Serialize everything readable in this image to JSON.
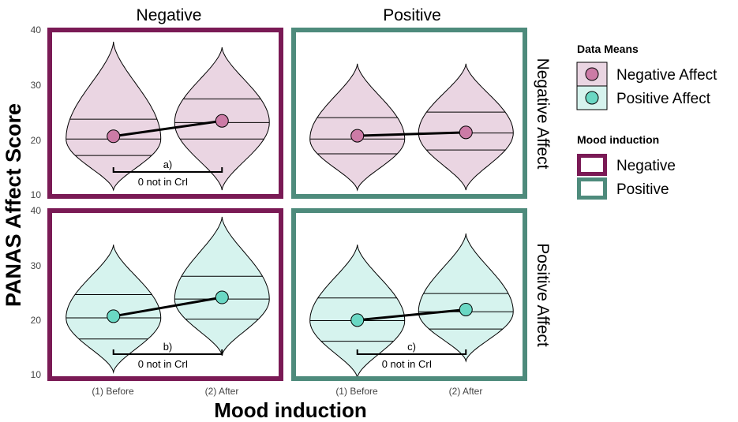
{
  "figure": {
    "ylabel": "PANAS Affect Score",
    "xlabel": "Mood induction",
    "col_labels": [
      "Negative",
      "Positive"
    ],
    "row_labels": [
      "Negative Affect",
      "Positive Affect"
    ],
    "x_ticks": [
      "(1) Before",
      "(2) After"
    ],
    "y_ticks_top": [
      "10",
      "20",
      "30",
      "40"
    ],
    "y_ticks_bottom": [
      "10",
      "20",
      "30",
      "40"
    ]
  },
  "legend": {
    "means_title": "Data Means",
    "means_items": [
      "Negative Affect",
      "Positive Affect"
    ],
    "mood_title": "Mood induction",
    "mood_items": [
      "Negative",
      "Positive"
    ]
  },
  "colors": {
    "negative_affect_fill": "#ead5e2",
    "negative_affect_point": "#cc7ba6",
    "positive_affect_fill": "#d6f3ee",
    "positive_affect_point": "#6ad8c4",
    "negative_induction_frame": "#7a1a55",
    "positive_induction_frame": "#4e8b7c"
  },
  "chart_data": [
    {
      "type": "violin",
      "panel": "Negative induction / Negative Affect",
      "categories": [
        "(1) Before",
        "(2) After"
      ],
      "means": [
        20.8,
        23.6
      ],
      "quartiles": [
        [
          17.3,
          20.3,
          23.9
        ],
        [
          20.3,
          23.3,
          27.6
        ]
      ],
      "ranges": [
        [
          11,
          38
        ],
        [
          11,
          37
        ]
      ],
      "annotation": "a)",
      "annotation_note": "0 not in CrI",
      "ylim": [
        10,
        40
      ]
    },
    {
      "type": "violin",
      "panel": "Positive induction / Negative Affect",
      "categories": [
        "(1) Before",
        "(2) After"
      ],
      "means": [
        20.9,
        21.5
      ],
      "quartiles": [
        [
          17.6,
          20.3,
          24.2
        ],
        [
          18.3,
          21.4,
          25.2
        ]
      ],
      "ranges": [
        [
          11,
          34
        ],
        [
          11,
          34
        ]
      ],
      "annotation": "",
      "annotation_note": "",
      "ylim": [
        10,
        40
      ]
    },
    {
      "type": "violin",
      "panel": "Negative induction / Positive Affect",
      "categories": [
        "(1) Before",
        "(2) After"
      ],
      "means": [
        21.1,
        24.5
      ],
      "quartiles": [
        [
          17.0,
          20.8,
          25.0
        ],
        [
          20.6,
          24.2,
          28.3
        ]
      ],
      "ranges": [
        [
          11,
          34
        ],
        [
          14,
          39
        ]
      ],
      "annotation": "b)",
      "annotation_note": "0 not in CrI",
      "ylim": [
        10,
        40
      ]
    },
    {
      "type": "violin",
      "panel": "Positive induction / Positive Affect",
      "categories": [
        "(1) Before",
        "(2) After"
      ],
      "means": [
        20.4,
        22.3
      ],
      "quartiles": [
        [
          16.6,
          20.3,
          24.4
        ],
        [
          18.8,
          21.9,
          25.2
        ]
      ],
      "ranges": [
        [
          10,
          34
        ],
        [
          13,
          36
        ]
      ],
      "annotation": "c)",
      "annotation_note": "0 not in CrI",
      "ylim": [
        10,
        40
      ]
    }
  ]
}
